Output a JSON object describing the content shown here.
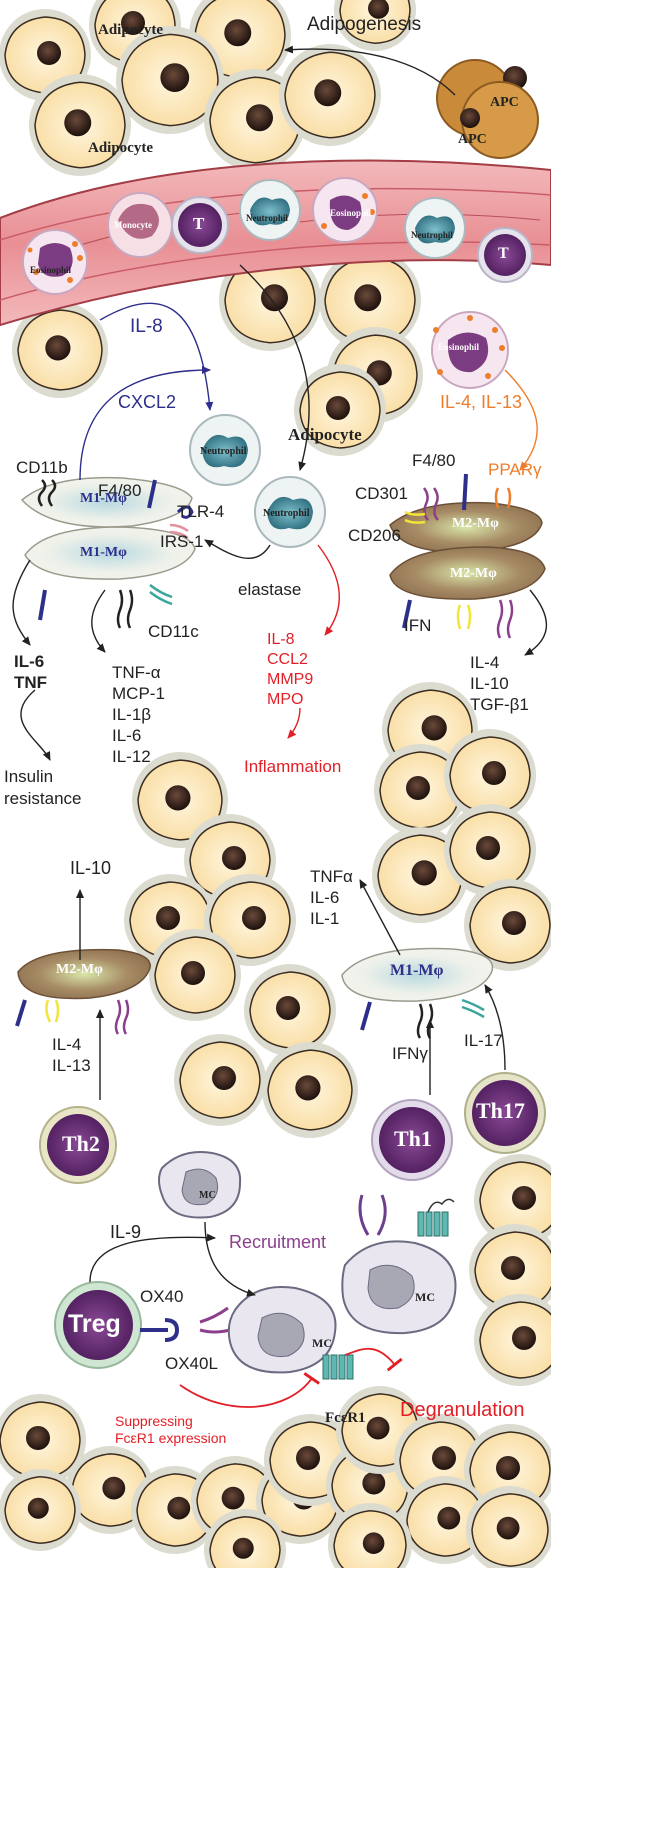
{
  "colors": {
    "adipocyte_fill": "#fde9bf",
    "adipocyte_halo": "#dcdbd0",
    "nucleus": "#2a1a14",
    "vessel": "#e58f93",
    "vessel_edge": "#a33d46",
    "apc": "#c98a3a",
    "eosinophil": "#7c3c82",
    "t_cell": "#6b2c7a",
    "neutrophil": "#5aa0b0",
    "m1_macrophage": "#eeeee3",
    "m2_macrophage": "#a07c5a",
    "arrow_blue": "#2d2f8a",
    "arrow_orange": "#ee7d2c",
    "arrow_red": "#e21f26"
  },
  "top": {
    "adipocyte_label_1": "Adipocyte",
    "adipocyte_label_2": "Adipocyte",
    "adipogenesis": "Adipogenesis",
    "apc_1": "APC",
    "apc_2": "APC"
  },
  "vessel": {
    "eosinophil": "Eosinophil",
    "monocyte": "Monocyte",
    "t_1": "T",
    "neutrophil_1": "Neutrophil",
    "eosinophil_2": "Eosinophil",
    "neutrophil_2": "Neutrophil",
    "t_2": "T"
  },
  "middle": {
    "il8": "IL-8",
    "cxcl2": "CXCL2",
    "eosinophil": "Eosinophil",
    "il4_il13": "IL-4, IL-13",
    "neutrophil_1": "Neutrophil",
    "adipocyte": "Adipocyte",
    "neutrophil_2": "Neutrophil",
    "pparg": "PPARγ",
    "f480_right": "F4/80",
    "cd301": "CD301",
    "cd206": "CD206",
    "m2_1": "M2-Mφ",
    "m2_2": "M2-Mφ",
    "ifn": "IFN",
    "m2_outputs": [
      "IL-4",
      "IL-10",
      "TGF-β1"
    ],
    "cd11b": "CD11b",
    "f480_left": "F4/80",
    "tlr4": "TLR-4",
    "irs1": "IRS-1",
    "elastase": "elastase",
    "m1_1": "M1-Mφ",
    "m1_2": "M1-Mφ",
    "cd11c": "CD11c",
    "il6": "IL-6",
    "tnf": "TNF",
    "m1_outputs": [
      "TNF-α",
      "MCP-1",
      "IL-1β",
      "IL-6",
      "IL-12"
    ],
    "neutrophil_outputs": [
      "IL-8",
      "CCL2",
      "MMP9",
      "MPO"
    ],
    "inflammation": "Inflammation",
    "insulin": "Insulin",
    "resistance": "resistance"
  },
  "lower": {
    "il10": "IL-10",
    "m2": "M2-Mφ",
    "th2_inputs": [
      "IL-4",
      "IL-13"
    ],
    "th2": "Th2",
    "m1_outputs": [
      "TNFα",
      "IL-6",
      "IL-1"
    ],
    "m1": "M1-Mφ",
    "ifng": "IFNγ",
    "il17": "IL-17",
    "th1": "Th1",
    "th17": "Th17"
  },
  "bottom": {
    "mc_1": "MC",
    "il9": "IL-9",
    "recruitment": "Recruitment",
    "mc_2": "MC",
    "treg": "Treg",
    "ox40": "OX40",
    "ox40l": "OX40L",
    "mc_3": "MC",
    "fcer1": "FcεR1",
    "degranulation": "Degranulation",
    "suppressing_1": "Suppressing",
    "suppressing_2": "FcεR1 expression"
  }
}
